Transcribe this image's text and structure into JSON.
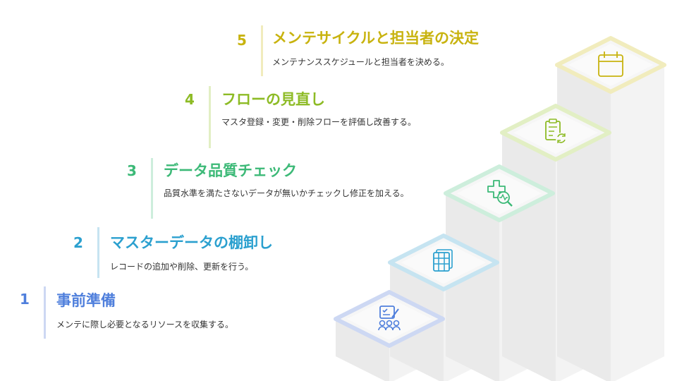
{
  "steps": [
    {
      "number": "1",
      "title": "事前準備",
      "desc": "メンテに際し必要となるリソースを収集する。",
      "color": "#4f7fdc",
      "bar": "#cdd8f3",
      "icon": "checklist-people-icon"
    },
    {
      "number": "2",
      "title": "マスターデータの棚卸し",
      "desc": "レコードの追加や削除、更新を行う。",
      "color": "#2ba0cf",
      "bar": "#c6e4f1",
      "icon": "spreadsheet-icon"
    },
    {
      "number": "3",
      "title": "データ品質チェック",
      "desc": "品質水準を満たさないデータが無いかチェックし修正を加える。",
      "color": "#3cb977",
      "bar": "#cdeedc",
      "icon": "health-check-icon"
    },
    {
      "number": "4",
      "title": "フローの見直し",
      "desc": "マスタ登録・変更・削除フローを評価し改善する。",
      "color": "#8dbb25",
      "bar": "#e2efc4",
      "icon": "clipboard-refresh-icon"
    },
    {
      "number": "5",
      "title": "メンテサイクルと担当者の決定",
      "desc": "メンテナンススケジュールと担当者を決める。",
      "color": "#c8b30f",
      "bar": "#f1ecbd",
      "icon": "calendar-icon"
    }
  ]
}
